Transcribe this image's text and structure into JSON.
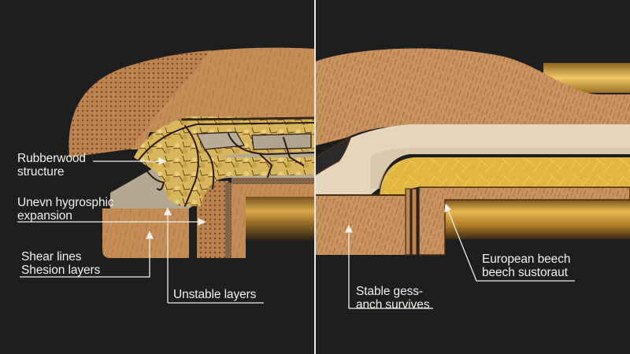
{
  "diagram": {
    "description": "Side-by-side cross-section comparison of two gilded wooden frame mouldings",
    "background_color": "#1e1e1f",
    "panels": [
      {
        "id": "left",
        "condition": "failing",
        "labels": [
          {
            "id": "rubberwood",
            "lines": [
              "Rubberwood",
              "structure"
            ]
          },
          {
            "id": "hygroscopic",
            "lines": [
              "Unevn hygrosphic",
              "expansion"
            ]
          },
          {
            "id": "shear",
            "lines": [
              "Shear lines",
              "Shesion layers"
            ]
          },
          {
            "id": "unstable",
            "lines": [
              "Unstable layers"
            ]
          }
        ],
        "colors": {
          "wood": "#c08a56",
          "dotted_wood": "#b07a48",
          "gold_leaf": "#d9b95e",
          "gesso": "#b9ab98",
          "crack": "#2a1a10",
          "gold_rod": "#c89a3a"
        }
      },
      {
        "id": "right",
        "condition": "stable",
        "labels": [
          {
            "id": "stable_gesso",
            "lines": [
              "Stable gess-",
              "anch survives"
            ]
          },
          {
            "id": "european_beech",
            "lines": [
              "European beech",
              "beech sustoraut"
            ]
          }
        ],
        "colors": {
          "wood": "#c4915e",
          "gesso": "#e6d6bc",
          "gold_leaf": "#e3b843",
          "outline": "#4a2c16",
          "gold_rod": "#d4a43c"
        }
      }
    ],
    "divider_color": "#e9e9e9"
  }
}
